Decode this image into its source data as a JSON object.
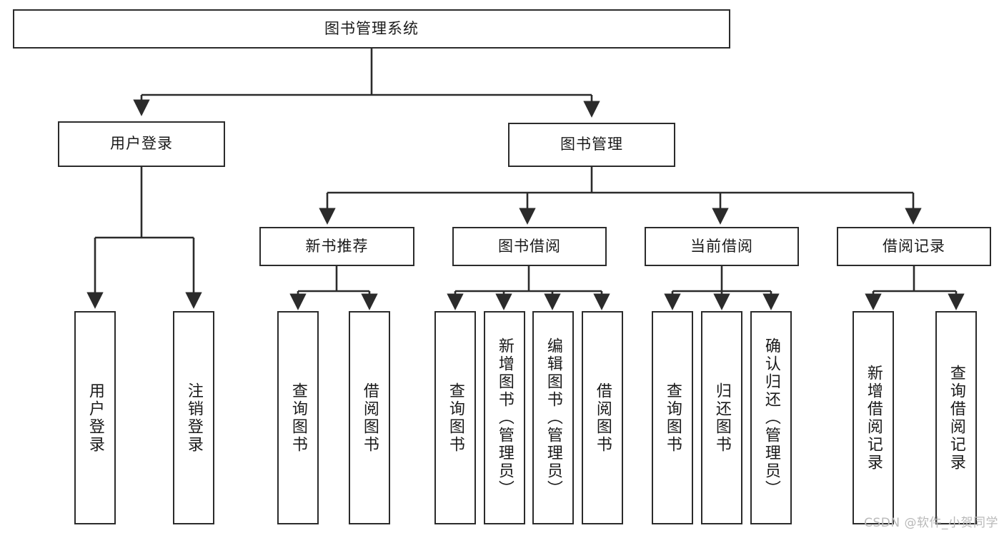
{
  "diagram": {
    "title": "图书管理系统",
    "watermark": "CSDN @软件_小贺同学",
    "root": {
      "label": "图书管理系统"
    },
    "level2": [
      {
        "id": "user-login",
        "label": "用户登录"
      },
      {
        "id": "book-manage",
        "label": "图书管理"
      }
    ],
    "level3": [
      {
        "id": "new-book-recommend",
        "label": "新书推荐"
      },
      {
        "id": "book-borrow",
        "label": "图书借阅"
      },
      {
        "id": "current-borrow",
        "label": "当前借阅"
      },
      {
        "id": "borrow-record",
        "label": "借阅记录"
      }
    ],
    "leaves": {
      "user_login": [
        {
          "id": "leaf-user-login",
          "label": "用户登录"
        },
        {
          "id": "leaf-logout-login",
          "label": "注销登录"
        }
      ],
      "new_book_recommend": [
        {
          "id": "leaf-query-book-1",
          "label": "查询图书"
        },
        {
          "id": "leaf-borrow-book-1",
          "label": "借阅图书"
        }
      ],
      "book_borrow": [
        {
          "id": "leaf-query-book-2",
          "label": "查询图书"
        },
        {
          "id": "leaf-add-book",
          "label": "新增图书（管理员）"
        },
        {
          "id": "leaf-edit-book",
          "label": "编辑图书（管理员）"
        },
        {
          "id": "leaf-borrow-book-2",
          "label": "借阅图书"
        }
      ],
      "current_borrow": [
        {
          "id": "leaf-query-book-3",
          "label": "查询图书"
        },
        {
          "id": "leaf-return-book",
          "label": "归还图书"
        },
        {
          "id": "leaf-confirm-return",
          "label": "确认归还（管理员）"
        }
      ],
      "borrow_record": [
        {
          "id": "leaf-add-record",
          "label": "新增借阅记录"
        },
        {
          "id": "leaf-query-record",
          "label": "查询借阅记录"
        }
      ]
    },
    "colors": {
      "border": "#2b2b2b",
      "text": "#1a1a1a",
      "background": "#ffffff",
      "watermark": "#b9b9b9",
      "connector": "#2b2b2b"
    }
  }
}
